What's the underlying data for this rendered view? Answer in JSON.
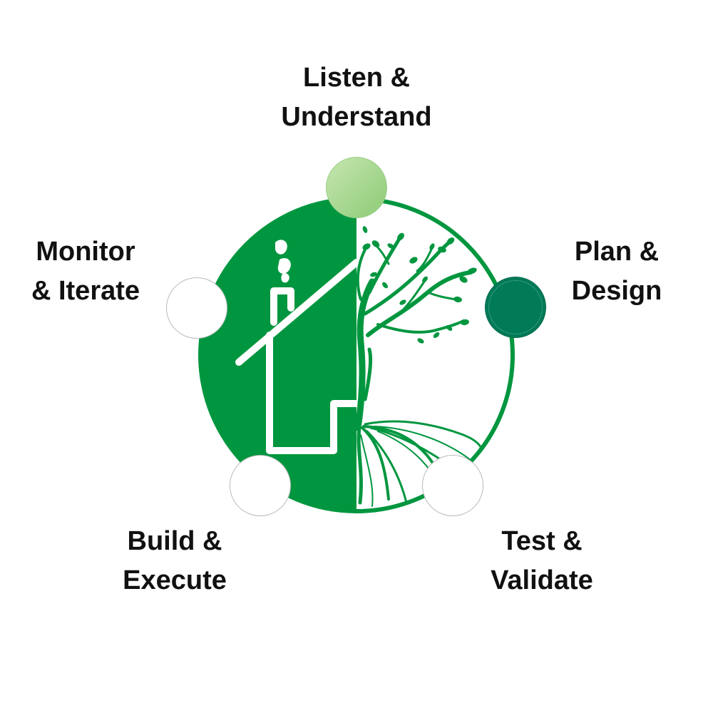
{
  "colors": {
    "brand_green": "#00963f",
    "node_active": "#007a57",
    "node_start_light": "#c7e6b0",
    "node_start_dark": "#8ccb76",
    "node_inactive": "#ffffff",
    "text": "#111111"
  },
  "logo": {
    "icon": "house-and-tree-logo"
  },
  "steps": [
    {
      "id": "listen",
      "line1": "Listen &",
      "line2": "Understand",
      "node_style": "light-gradient"
    },
    {
      "id": "plan",
      "line1": "Plan &",
      "line2": "Design",
      "node_style": "dark-green"
    },
    {
      "id": "test",
      "line1": "Test &",
      "line2": "Validate",
      "node_style": "white"
    },
    {
      "id": "build",
      "line1": "Build &",
      "line2": "Execute",
      "node_style": "white"
    },
    {
      "id": "monitor",
      "line1": "Monitor",
      "line2": "& Iterate",
      "node_style": "white"
    }
  ]
}
